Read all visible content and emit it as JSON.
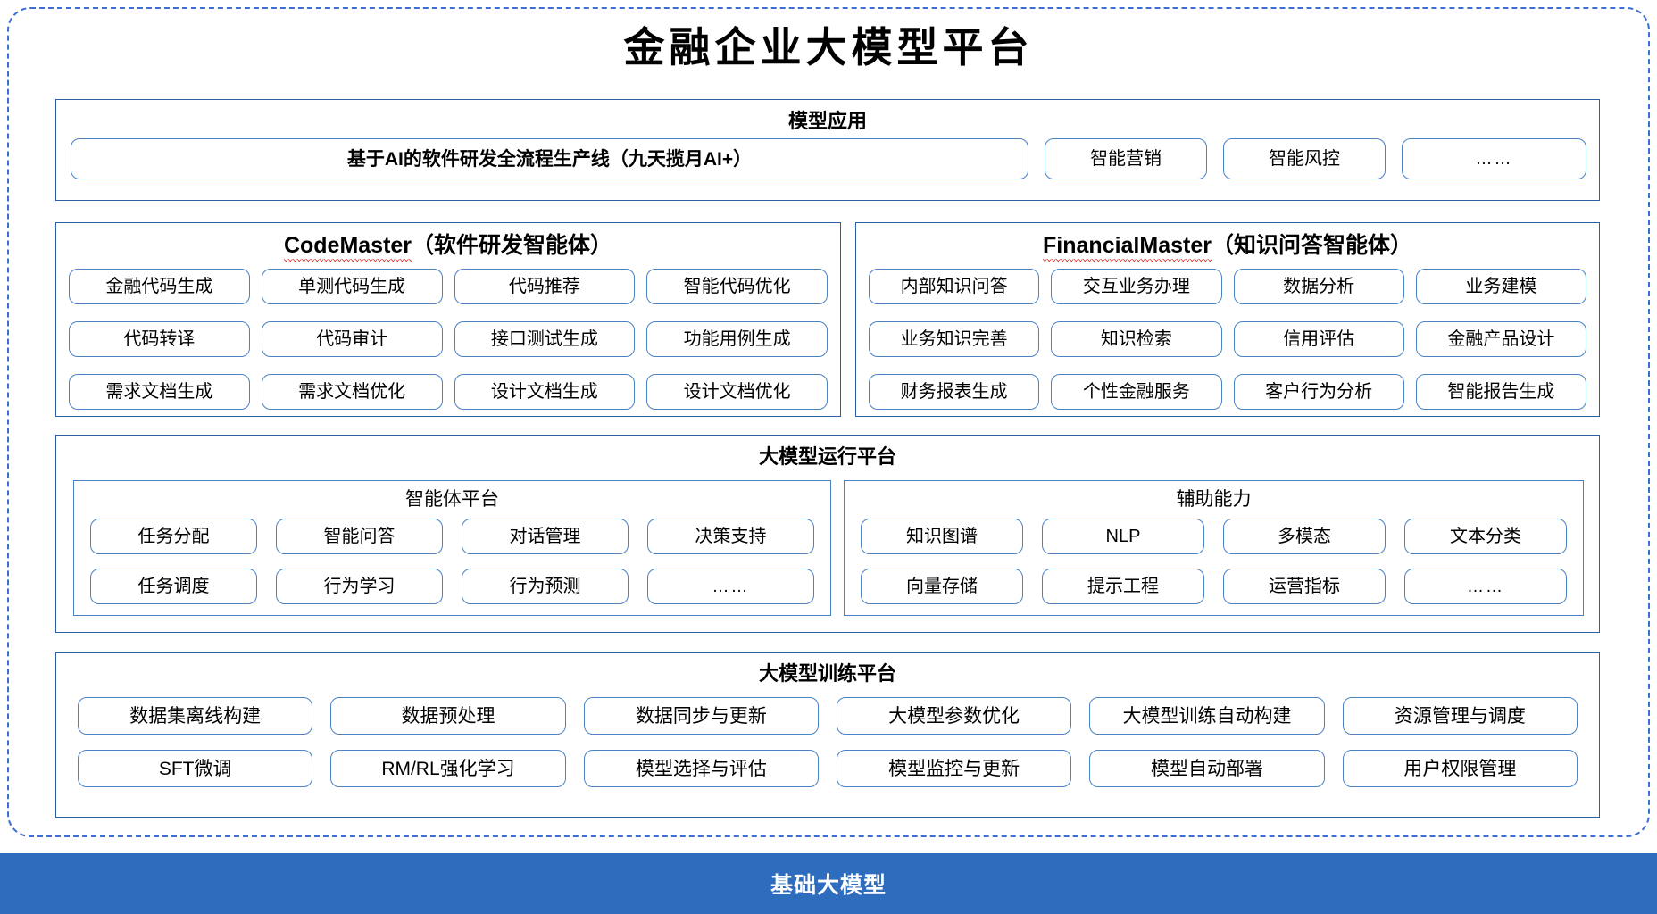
{
  "title": "金融企业大模型平台",
  "frame": {
    "border_color": "#3b6fd4",
    "section_border_color": "#2e5fa3",
    "pill_border_color": "#4a82c4",
    "base_bar_color": "#2e6dbe"
  },
  "model_app": {
    "title": "模型应用",
    "items": [
      "基于AI的软件研发全流程生产线（九天揽月AI+）",
      "智能营销",
      "智能风控",
      "……"
    ]
  },
  "codemaster": {
    "name": "CodeMaster",
    "suffix": "（软件研发智能体）",
    "items": [
      "金融代码生成",
      "单测代码生成",
      "代码推荐",
      "智能代码优化",
      "代码转译",
      "代码审计",
      "接口测试生成",
      "功能用例生成",
      "需求文档生成",
      "需求文档优化",
      "设计文档生成",
      "设计文档优化"
    ]
  },
  "financialmaster": {
    "name": "FinancialMaster",
    "suffix": "（知识问答智能体）",
    "items": [
      "内部知识问答",
      "交互业务办理",
      "数据分析",
      "业务建模",
      "业务知识完善",
      "知识检索",
      "信用评估",
      "金融产品设计",
      "财务报表生成",
      "个性金融服务",
      "客户行为分析",
      "智能报告生成"
    ]
  },
  "runtime": {
    "title": "大模型运行平台",
    "agent_platform": {
      "title": "智能体平台",
      "items": [
        "任务分配",
        "智能问答",
        "对话管理",
        "决策支持",
        "任务调度",
        "行为学习",
        "行为预测",
        "……"
      ]
    },
    "aux_capability": {
      "title": "辅助能力",
      "items": [
        "知识图谱",
        "NLP",
        "多模态",
        "文本分类",
        "向量存储",
        "提示工程",
        "运营指标",
        "……"
      ]
    }
  },
  "training": {
    "title": "大模型训练平台",
    "items": [
      "数据集离线构建",
      "数据预处理",
      "数据同步与更新",
      "大模型参数优化",
      "大模型训练自动构建",
      "资源管理与调度",
      "SFT微调",
      "RM/RL强化学习",
      "模型选择与评估",
      "模型监控与更新",
      "模型自动部署",
      "用户权限管理"
    ]
  },
  "base_model": {
    "label": "基础大模型"
  }
}
